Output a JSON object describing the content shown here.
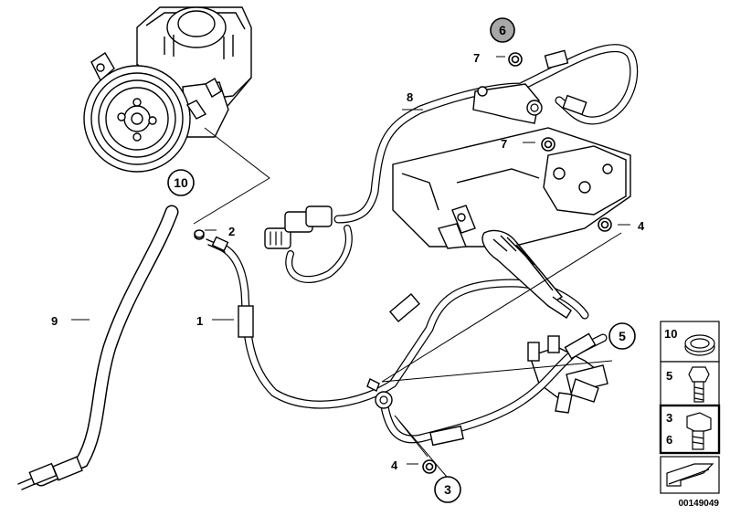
{
  "labels": {
    "l1": "1",
    "l2": "2",
    "l3": "3",
    "l4a": "4",
    "l4b": "4",
    "l5": "5",
    "l6": "6",
    "l7a": "7",
    "l7b": "7",
    "l8": "8",
    "l9": "9",
    "l10": "10"
  },
  "legend": {
    "k10": "10",
    "k5": "5",
    "k3": "3",
    "k6": "6"
  },
  "part_number": "00149049",
  "colors": {
    "line": "#000000",
    "callout_highlight": "#a8a8a8",
    "legend_bg": "#ffffff"
  }
}
